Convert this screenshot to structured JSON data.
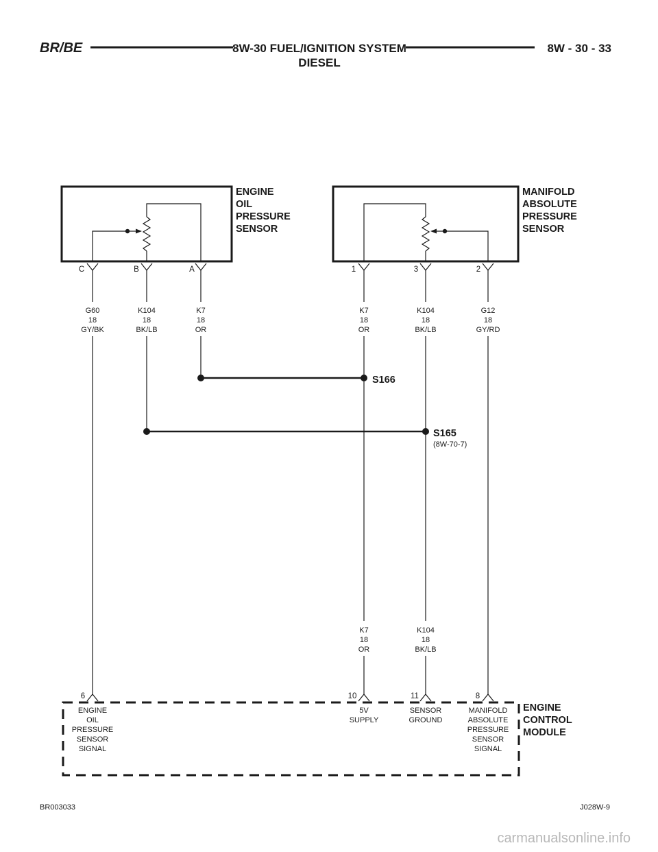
{
  "header": {
    "left": "BR/BE",
    "title_line1": "8W-30 FUEL/IGNITION SYSTEM",
    "title_line2": "DIESEL",
    "page": "8W - 30 - 33"
  },
  "components": {
    "eop_sensor": [
      "ENGINE",
      "OIL",
      "PRESSURE",
      "SENSOR"
    ],
    "map_sensor": [
      "MANIFOLD",
      "ABSOLUTE",
      "PRESSURE",
      "SENSOR"
    ],
    "ecm": [
      "ENGINE",
      "CONTROL",
      "MODULE"
    ]
  },
  "eop_pins": {
    "c": "C",
    "b": "B",
    "a": "A"
  },
  "map_pins": {
    "p1": "1",
    "p3": "3",
    "p2": "2"
  },
  "wires_top": {
    "g60": [
      "G60",
      "18",
      "GY/BK"
    ],
    "k104_left": [
      "K104",
      "18",
      "BK/LB"
    ],
    "k7_left": [
      "K7",
      "18",
      "OR"
    ],
    "k7_right": [
      "K7",
      "18",
      "OR"
    ],
    "k104_right": [
      "K104",
      "18",
      "BK/LB"
    ],
    "g12": [
      "G12",
      "18",
      "GY/RD"
    ]
  },
  "wires_bottom": {
    "k7": [
      "K7",
      "18",
      "OR"
    ],
    "k104": [
      "K104",
      "18",
      "BK/LB"
    ]
  },
  "splices": {
    "s166": "S166",
    "s165": "S165",
    "s165_ref": "(8W-70-7)"
  },
  "ecm_pins": {
    "p6": "6",
    "p10": "10",
    "p11": "11",
    "p8": "8"
  },
  "ecm_functions": {
    "eop_signal": [
      "ENGINE",
      "OIL",
      "PRESSURE",
      "SENSOR",
      "SIGNAL"
    ],
    "supply_5v": [
      "5V",
      "SUPPLY"
    ],
    "sensor_ground": [
      "SENSOR",
      "GROUND"
    ],
    "map_signal": [
      "MANIFOLD",
      "ABSOLUTE",
      "PRESSURE",
      "SENSOR",
      "SIGNAL"
    ]
  },
  "footer": {
    "left": "BR003033",
    "right": "J028W-9",
    "watermark": "carmanualsonline.info"
  }
}
